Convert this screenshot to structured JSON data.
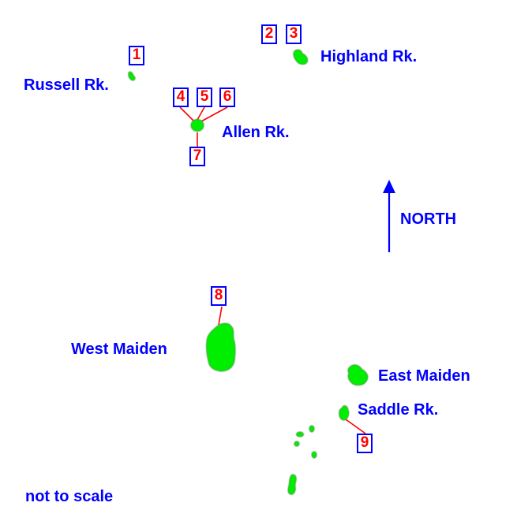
{
  "colors": {
    "label": "#0000ff",
    "marker_text": "#ff0000",
    "marker_border": "#0000ff",
    "island": "#00ee00",
    "leader_line": "#ff0000",
    "north_arrow": "#0000ff"
  },
  "places": {
    "russell": "Russell Rk.",
    "highland": "Highland Rk.",
    "allen": "Allen Rk.",
    "west_maiden": "West Maiden",
    "east_maiden": "East Maiden",
    "saddle": "Saddle Rk."
  },
  "markers": {
    "m1": "1",
    "m2": "2",
    "m3": "3",
    "m4": "4",
    "m5": "5",
    "m6": "6",
    "m7": "7",
    "m8": "8",
    "m9": "9"
  },
  "north_label": "NORTH",
  "scale_note": "not to scale"
}
